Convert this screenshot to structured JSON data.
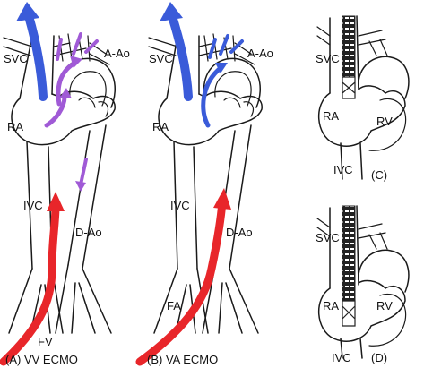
{
  "panels": {
    "a": {
      "caption": "(A) VV ECMO",
      "labels": {
        "svc": "SVC",
        "aao": "A-Ao",
        "ra": "RA",
        "ivc": "IVC",
        "dao": "D-Ao",
        "fv": "FV"
      }
    },
    "b": {
      "caption": "(B) VA ECMO",
      "labels": {
        "svc": "SVC",
        "aao": "A-Ao",
        "ra": "RA",
        "ivc": "IVC",
        "dao": "D-Ao",
        "fa": "FA"
      }
    },
    "c": {
      "caption": "(C)",
      "labels": {
        "svc": "SVC",
        "ra": "RA",
        "rv": "RV",
        "ivc": "IVC"
      }
    },
    "d": {
      "caption": "(D)",
      "labels": {
        "svc": "SVC",
        "ra": "RA",
        "rv": "RV",
        "ivc": "IVC"
      }
    }
  },
  "colors": {
    "outline": "#1a1a1a",
    "venous_return": "#3a5bd9",
    "arterial_inflow": "#e8262a",
    "recirculation": "#a05ad6",
    "cannula": "#222222"
  }
}
